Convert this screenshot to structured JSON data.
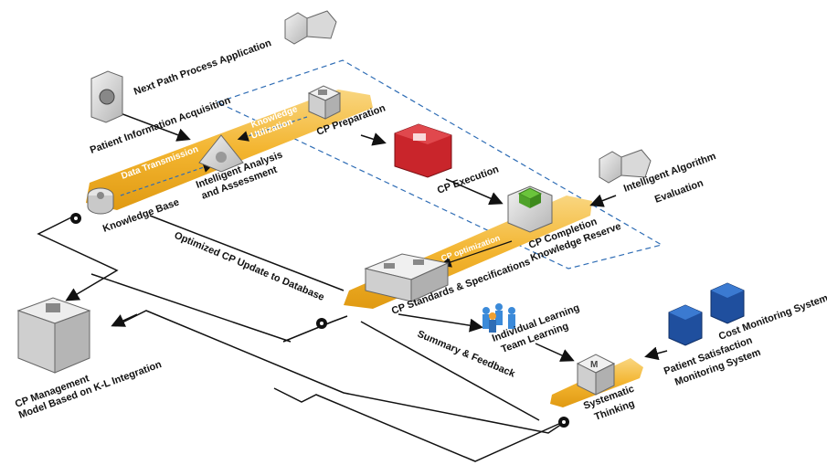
{
  "labels": {
    "next_path": "Next Path Process Application",
    "patient_info": "Patient Information Acquisition",
    "knowledge_utilization_1": "Knowledge",
    "knowledge_utilization_2": "Utilization",
    "cp_preparation": "CP Preparation",
    "data_transmission": "Data Transmission",
    "intelligent_analysis_1": "Intelligent Analysis",
    "intelligent_analysis_2": "and Assessment",
    "knowledge_base": "Knowledge Base",
    "cp_execution": "CP Execution",
    "intelligent_algorithm_1": "Intelligent Algorithm",
    "intelligent_algorithm_2": "Evaluation",
    "cp_completion": "CP Completion",
    "knowledge_reserve": "Knowledge Reserve",
    "cp_optimization": "CP optimization",
    "optimized_update": "Optimized CP Update to Database",
    "cp_standards": "CP Standards & Specifications",
    "individual_learning": "Individual Learning",
    "team_learning": "Team Learning",
    "summary_feedback": "Summary & Feedback",
    "cost_monitoring": "Cost Monitoring System",
    "patient_satisfaction_1": "Patient Satisfaction",
    "patient_satisfaction_2": "Monitoring System",
    "systematic_1": "Systematic",
    "systematic_2": "Thinking",
    "cp_management_1": "CP Management",
    "cp_management_2": "Model Based on K-L Integration"
  },
  "colors": {
    "band": "#f3b530",
    "band_light": "#f8cf6a",
    "dash": "#2f6db5",
    "server_red": "#c9252b",
    "server_blue": "#1f4f9e",
    "green": "#6ac43b"
  },
  "icons": [
    "hand-scanner-icon",
    "file-cabinet-icon",
    "pyramid-icon",
    "database-disk-icon",
    "red-server-icon",
    "green-cube-server-icon",
    "blue-server-icon",
    "people-icon",
    "box-icon",
    "m-cube-icon",
    "management-cube-icon",
    "node-dot-icon"
  ]
}
